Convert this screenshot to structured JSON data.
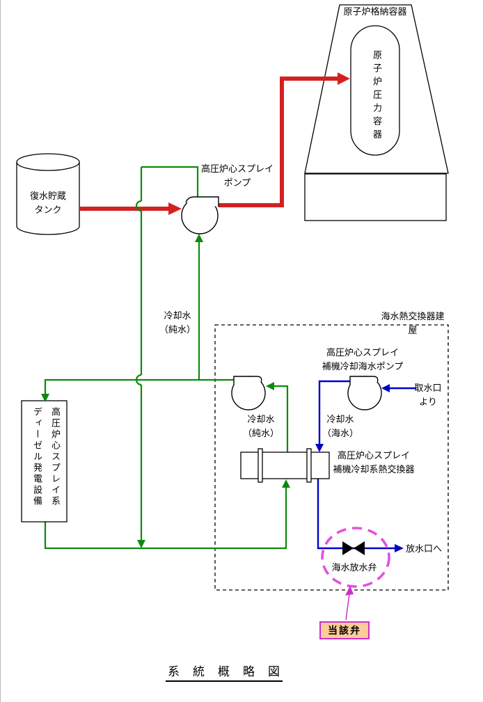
{
  "title": "系　統　概　略　図",
  "labels": {
    "containment": "原子炉格納容器",
    "vessel": "原子炉圧力容器",
    "tank": "復水貯蔵\nタンク",
    "hpcs_pump": "高圧炉心スプレイ\nポンプ",
    "coolant_pure_top": "冷却水\n（純水）",
    "building": "海水熱交換器建屋",
    "sw_pump": "高圧炉心スプレイ\n補機冷却海水ポンプ",
    "intake": "取水口\nより",
    "coolant_pure_mid": "冷却水\n（純水）",
    "coolant_sea": "冷却水\n（海水）",
    "hx": "高圧炉心スプレイ\n補機冷却系熱交換器",
    "discharge": "放水口へ",
    "valve": "海水放水弁",
    "callout": "当該弁",
    "diesel_box": "高圧炉心スプレイ系\nディーゼル発電設備"
  },
  "colors": {
    "pure_water_line": "#0B8A0B",
    "feed_line": "#D32020",
    "seawater_line": "#0000C8",
    "highlight": "#E24FE2",
    "callout_border": "#CB30CB",
    "callout_fill": "#FFCC99",
    "outline": "#000000"
  }
}
